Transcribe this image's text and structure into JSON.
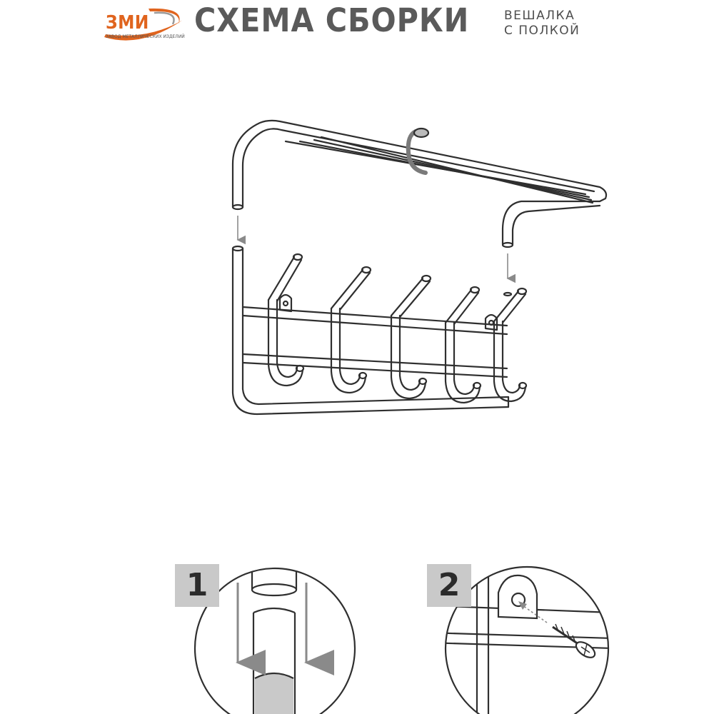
{
  "header": {
    "logo": {
      "text": "ЗМИ",
      "subtext": "ЗАВОД МЕТАЛЛИЧЕСКИХ ИЗДЕЛИЙ",
      "color": "#e0641e"
    },
    "title": "СХЕМА СБОРКИ",
    "subtitle_line1": "ВЕШАЛКА",
    "subtitle_line2": "С ПОЛКОЙ"
  },
  "steps": [
    {
      "number": "1"
    },
    {
      "number": "2"
    }
  ],
  "colors": {
    "line": "#2f2f2f",
    "arrow": "#8a8a8a",
    "badge": "#c9c9c9",
    "title": "#5a5a5a",
    "logo_orange": "#e0641e"
  }
}
